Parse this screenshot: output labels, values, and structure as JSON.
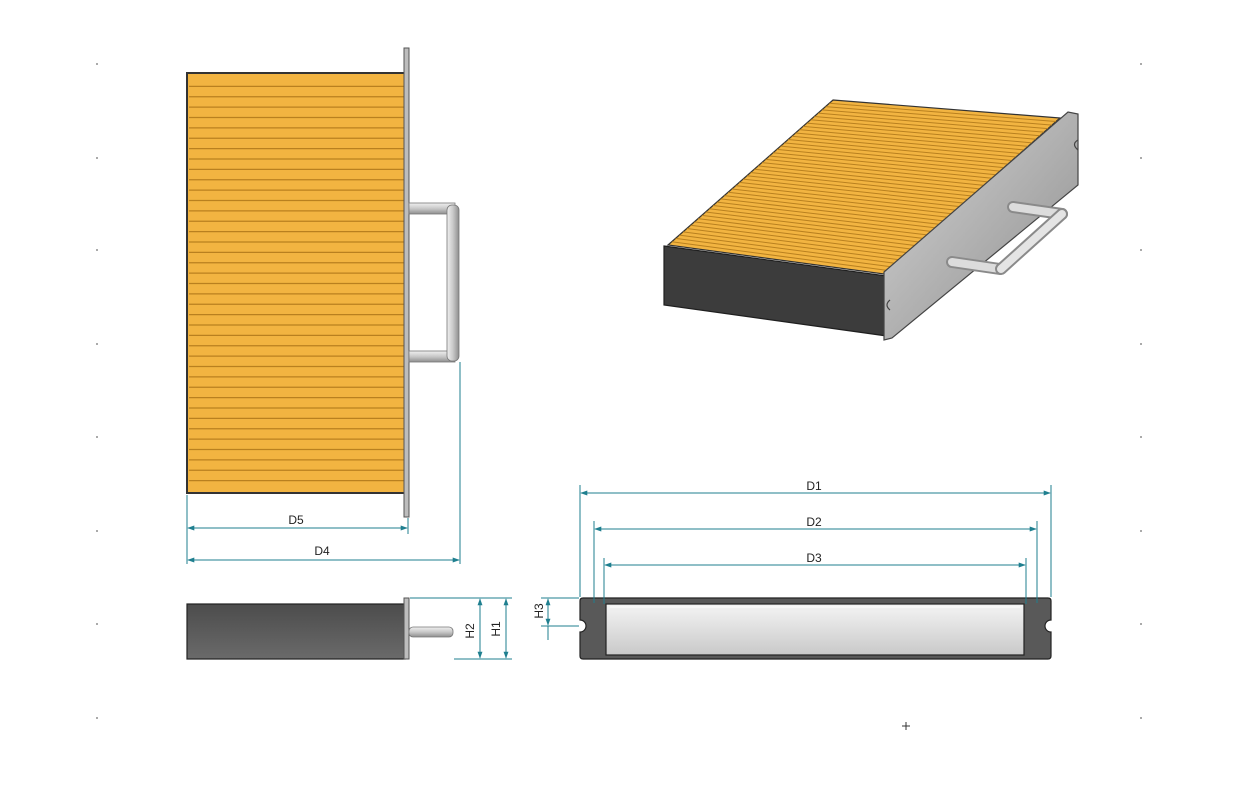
{
  "colors": {
    "filter_media": "#f2b441",
    "pleat_line": "#b9801f",
    "housing": "#5a5a5a",
    "housing_dark": "#333333",
    "frame": "#b8b8b8",
    "handle": "#d2d2d2",
    "dimension": "#1f7f8f",
    "gasket": "#dcdcdc"
  },
  "dimensions": {
    "d1": "D1",
    "d2": "D2",
    "d3": "D3",
    "d4": "D4",
    "d5": "D5",
    "h1": "H1",
    "h2": "H2",
    "h3": "H3"
  },
  "views": {
    "top": {
      "pleat_count": 40
    },
    "iso": {
      "pleat_count": 44
    }
  }
}
